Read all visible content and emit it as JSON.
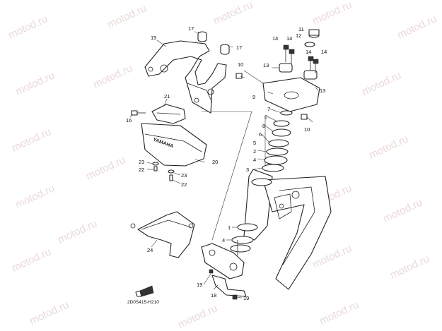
{
  "watermark": "motod.ru",
  "diagram_code": "2D0S415-H210",
  "callouts": {
    "c1": "1",
    "c2": "2",
    "c3": "3",
    "c4a": "4",
    "c4b": "4",
    "c5": "5",
    "c6a": "6",
    "c6b": "6",
    "c7": "7",
    "c8": "8",
    "c9": "9",
    "c10a": "10",
    "c10b": "10",
    "c11": "11",
    "c12": "12",
    "c13a": "13",
    "c13b": "13",
    "c14a": "14",
    "c14b": "14",
    "c14c": "14",
    "c14d": "14",
    "c15": "15",
    "c16": "16",
    "c17a": "17",
    "c17b": "17",
    "c18": "18",
    "c19a": "19",
    "c19b": "19",
    "c20": "20",
    "c21": "21",
    "c22a": "22",
    "c22b": "22",
    "c23a": "23",
    "c23b": "23",
    "c24": "24"
  }
}
